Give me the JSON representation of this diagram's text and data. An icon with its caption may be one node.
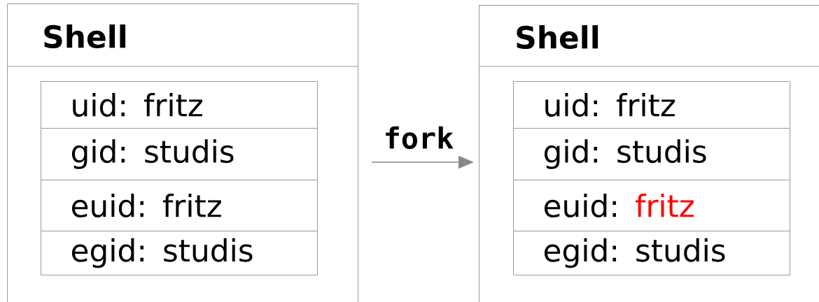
{
  "diagram": {
    "nodes": [
      {
        "text": [
          "Shell"
        ]
      },
      {
        "text": [
          "uid: fritz"
        ],
        "in": 0
      },
      {
        "text": [
          "gid: studis"
        ],
        "in": 0
      },
      {
        "text": [
          "euid: fritz"
        ],
        "in": 0
      },
      {
        "text": [
          "egid: studis"
        ],
        "in": 0
      },
      {
        "text": [
          "Shell"
        ]
      },
      {
        "text": [
          "uid: fritz"
        ],
        "in": 5
      },
      {
        "text": [
          "gid: studis"
        ],
        "in": 5
      },
      {
        "text": [
          "euid:",
          "fritz"
        ],
        "in": 5
      },
      {
        "text": [
          "egid: studis"
        ],
        "in": 5
      }
    ],
    "edges": [
      {
        "from": 0,
        "to": 5,
        "arrow": "to",
        "label": "fork"
      }
    ]
  }
}
